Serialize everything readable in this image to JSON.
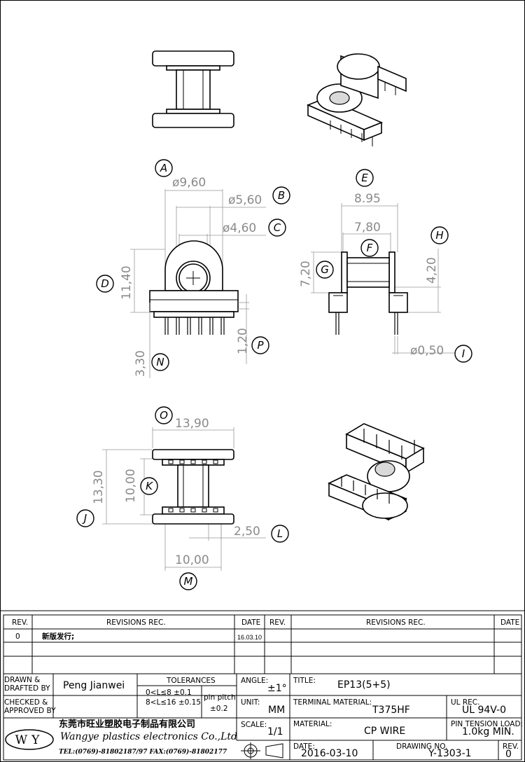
{
  "drawing": {
    "dimensions": {
      "A": "ø9,60",
      "B": "ø5,60",
      "C": "ø4,60",
      "D": "11,40",
      "N": "3,30",
      "P": "1,20",
      "E": "8.95",
      "F": "7,80",
      "G": "7,20",
      "H": "4,20",
      "I": "ø0,50",
      "O": "13,90",
      "K": "10,00",
      "J": "13,30",
      "L": "2,50",
      "M": "10,00"
    },
    "callouts": [
      "A",
      "B",
      "C",
      "D",
      "N",
      "P",
      "E",
      "F",
      "G",
      "H",
      "I",
      "O",
      "K",
      "J",
      "L",
      "M"
    ]
  },
  "revisions": {
    "headers": {
      "rev": "REV.",
      "rec": "REVISIONS   REC.",
      "date": "DATE"
    },
    "rows": [
      {
        "rev": "0",
        "rec": "新版发行;",
        "date": "16.03.10"
      }
    ]
  },
  "title_block": {
    "drawn_label": "DRAWN &\nDRAFTED BY",
    "drawn_by": "Peng Jianwei",
    "checked_label": "CHECKED &\nAPPROVED BY",
    "tolerances_label": "TOLERANCES",
    "tol_row1": "0<L≤8   ±0.1",
    "tol_row2": "8<L≤16  ±0.15",
    "pin_pitch_label": "pin pitch",
    "pin_pitch_value": "±0.2",
    "angle_label": "ANGLE:",
    "angle_value": "±1°",
    "unit_label": "UNIT:",
    "unit_value": "MM",
    "scale_label": "SCALE:",
    "scale_value": "1/1",
    "title_label": "TITLE:",
    "title_value": "EP13(5+5)",
    "terminal_label": "TERMINAL MATERIAL:",
    "terminal_value": "T375HF",
    "ul_label": "UL REC.",
    "ul_value": "UL 94V-0",
    "material_label": "MATERIAL:",
    "material_value": "CP WIRE",
    "pin_tension_label": "PIN TENSION LOAD:",
    "pin_tension_value": "1.0kg MIN.",
    "date_label": "DATE:",
    "date_value": "2016-03-10",
    "drawing_no_label": "DRAWING NO.",
    "drawing_no_value": "Y-1303-1",
    "rev_label": "REV.",
    "rev_value": "0",
    "company_cn": "东莞市旺业塑胶电子制品有限公司",
    "company_en": "Wangye plastics electronics Co.,Ltd",
    "company_contact": "TEL:(0769)-81802187/97  FAX:(0769)-81802177",
    "logo_text": "WY"
  }
}
